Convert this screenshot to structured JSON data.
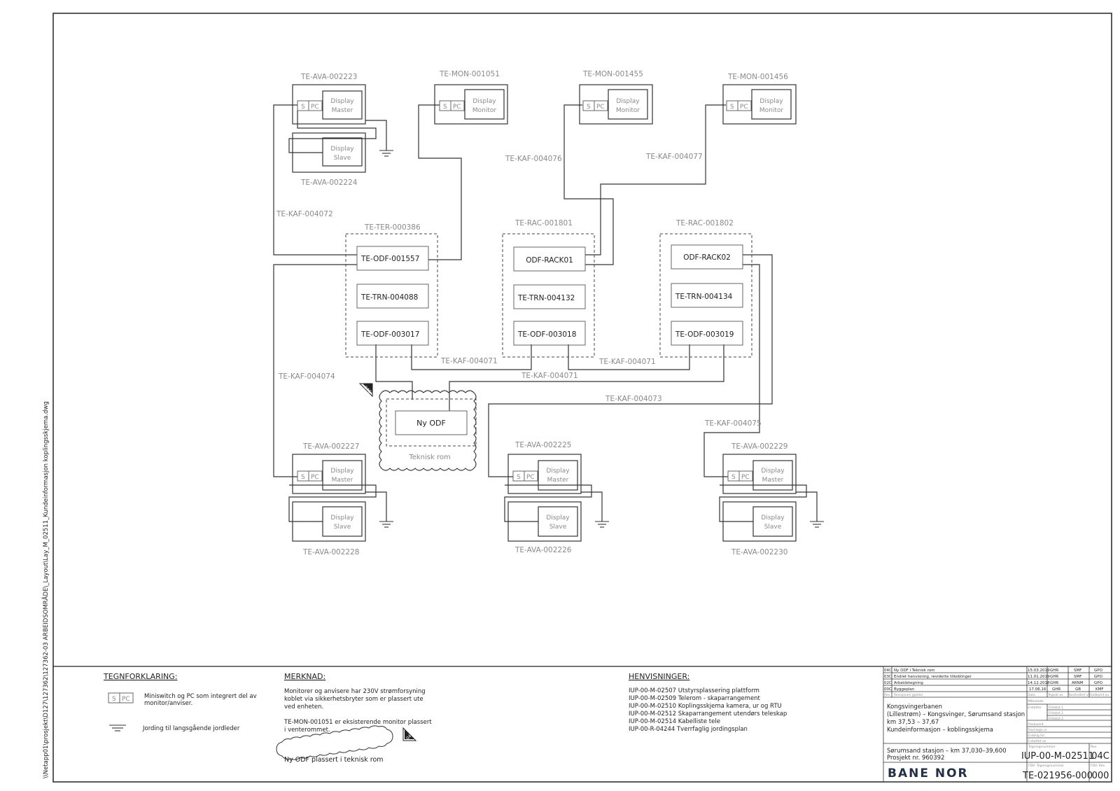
{
  "side_path": "\\\\Netapp01\\prosjekt\\D127\\127362\\127362-03 ARBEIDSOMRÅDE\\_Layout\\Lay_M_02511_Kundeinformasjon koplingsskjema.dwg",
  "colors": {
    "line": "#333333",
    "label": "#8a8a8a",
    "text": "#222222",
    "background": "#ffffff"
  },
  "icons": {
    "ground": "ground-symbol-icon",
    "revision": "revision-triangle-icon",
    "switch_pc": "switch-pc-icon"
  },
  "switch_pc": {
    "s": "S",
    "pc": "PC"
  },
  "display_units": {
    "ava_002223": {
      "tag": "TE-AVA-002223",
      "line1": "Display",
      "line2": "Master"
    },
    "ava_002224": {
      "tag": "TE-AVA-002224",
      "line1": "Display",
      "line2": "Slave"
    },
    "mon_001051": {
      "tag": "TE-MON-001051",
      "line1": "Display",
      "line2": "Monitor"
    },
    "mon_001455": {
      "tag": "TE-MON-001455",
      "line1": "Display",
      "line2": "Monitor"
    },
    "mon_001456": {
      "tag": "TE-MON-001456",
      "line1": "Display",
      "line2": "Monitor"
    },
    "ava_002227": {
      "tag": "TE-AVA-002227",
      "line1": "Display",
      "line2": "Master"
    },
    "ava_002228": {
      "tag": "TE-AVA-002228",
      "line1": "Display",
      "line2": "Slave"
    },
    "ava_002225": {
      "tag": "TE-AVA-002225",
      "line1": "Display",
      "line2": "Master"
    },
    "ava_002226": {
      "tag": "TE-AVA-002226",
      "line1": "Display",
      "line2": "Slave"
    },
    "ava_002229": {
      "tag": "TE-AVA-002229",
      "line1": "Display",
      "line2": "Master"
    },
    "ava_002230": {
      "tag": "TE-AVA-002230",
      "line1": "Display",
      "line2": "Slave"
    }
  },
  "cabinets": {
    "ter_000386": {
      "tag": "TE-TER-000386",
      "items": [
        "TE-ODF-001557",
        "TE-TRN-004088",
        "TE-ODF-003017"
      ]
    },
    "rac_001801": {
      "tag": "TE-RAC-001801",
      "items": [
        "ODF-RACK01",
        "TE-TRN-004132",
        "TE-ODF-003018"
      ]
    },
    "rac_001802": {
      "tag": "TE-RAC-001802",
      "items": [
        "ODF-RACK02",
        "TE-TRN-004134",
        "TE-ODF-003019"
      ]
    }
  },
  "cables": {
    "kaf_004072": "TE-KAF-004072",
    "kaf_004076": "TE-KAF-004076",
    "kaf_004077": "TE-KAF-004077",
    "kaf_004071_a": "TE-KAF-004071",
    "kaf_004071_b": "TE-KAF-004071",
    "kaf_004071_c": "TE-KAF-004071",
    "kaf_004074": "TE-KAF-004074",
    "kaf_004073": "TE-KAF-004073",
    "kaf_004075": "TE-KAF-004075"
  },
  "technical_room": {
    "odf": "Ny ODF",
    "label": "Teknisk rom",
    "revision": "04C"
  },
  "legend": {
    "title": "TEGNFORKLARING:",
    "switch_text_1": "Miniswitch og PC som integrert del av",
    "switch_text_2": "monitor/anviser.",
    "ground_text": "Jording til langsgående jordleder"
  },
  "remarks": {
    "title": "MERKNAD:",
    "lines": [
      "Monitorer og anvisere har 230V strømforsyning",
      "koblet via sikkerhetsbryter som er plassert ute",
      "ved enheten.",
      "",
      "TE-MON-001051 er eksisterende monitor plassert",
      "i venterommet."
    ],
    "cloud_text": "Ny ODF plassert i teknisk rom",
    "revision": "04C"
  },
  "references": {
    "title": "HENVISNINGER:",
    "items": [
      "IUP-00-M-02507  Utstyrsplassering plattform",
      "IUP-00-M-02509  Telerom - skaparrangement",
      "IUP-00-M-02510  Koplingsskjema kamera, ur og RTU",
      "IUP-00-M-02512  Skaparrangement utendørs teleskap",
      "IUP-00-M-02514  Kabelliste tele",
      "IUP-00-R-04244  Tverrfaglig jordingsplan"
    ]
  },
  "title_block": {
    "revisions": [
      {
        "rev": "04C",
        "desc": "Ny ODF i Teknisk rom",
        "date": "15.03.2019",
        "by": "GHR",
        "checked": "SMF",
        "approved": "GPO"
      },
      {
        "rev": "03C",
        "desc": "Endret henvisning, reviderte tilkoblinger",
        "date": "11.01.2019",
        "by": "GHR",
        "checked": "SMF",
        "approved": "GPO"
      },
      {
        "rev": "02C",
        "desc": "Arbeidstegning",
        "date": "14.12.2018",
        "by": "GHR",
        "checked": "ARNM",
        "approved": "GPO"
      },
      {
        "rev": "00C",
        "desc": "Byggeplan",
        "date": "17.06.16",
        "by": "GHR",
        "checked": "GB",
        "approved": "KMF"
      }
    ],
    "rev_header": {
      "rev": "Rev.",
      "desc": "Revisjonen gjelder",
      "date": "Dato",
      "by": "Tegnet av",
      "checked": "Kontrollert av",
      "approved": "Godkjent av"
    },
    "side_labels": [
      "Målestokk",
      "Erstatter",
      "Produsent",
      "Prod.tegn.nr.",
      "Endelig for",
      "Erstattet av"
    ],
    "check_labels": [
      "Fritekst 1",
      "Fritekst 2",
      "Fritekst 3"
    ],
    "project_lines": [
      "Kongsvingerbanen",
      "(Lillestrøm) – Kongsvinger, Sørumsand stasjon",
      "km 37,53 – 37,67",
      "Kundeinformasjon – koblingsskjema"
    ],
    "station_lines": [
      "Sørumsand stasjon – km 37,030–39,600",
      "Prosjekt nr. 960392"
    ],
    "drawing_label": "Tegningsnummer",
    "drawing_number": "IUP-00-M-02511",
    "rev_label": "Rev.",
    "revision": "04C",
    "fdv_label": "FDV- Tegningsnummer",
    "fdv_number": "TE-021956-000",
    "fdv_rev_label": "FDV- Rev.",
    "fdv_revision": "000",
    "logo": "BANE NOR"
  }
}
